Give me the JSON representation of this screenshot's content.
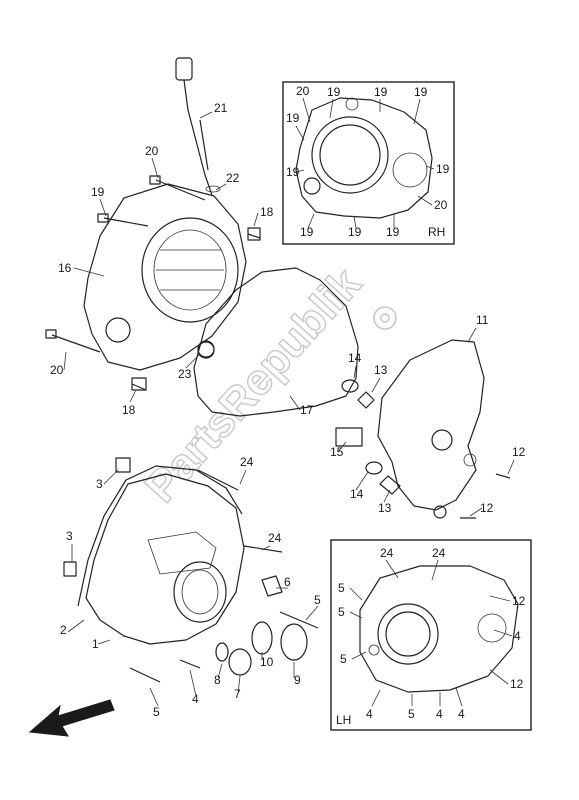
{
  "watermark": "PartsRepublik",
  "inset_rh": {
    "tag": "RH",
    "labels": [
      "20",
      "19",
      "19",
      "19",
      "19",
      "19",
      "19",
      "20",
      "19",
      "19",
      "19"
    ]
  },
  "inset_lh": {
    "tag": "LH",
    "labels": [
      "24",
      "24",
      "5",
      "5",
      "12",
      "4",
      "5",
      "4",
      "12",
      "4",
      "5",
      "4"
    ]
  },
  "main_labels": [
    "21",
    "20",
    "22",
    "19",
    "18",
    "16",
    "20",
    "23",
    "18",
    "17",
    "11",
    "14",
    "13",
    "15",
    "12",
    "14",
    "13",
    "12",
    "24",
    "3",
    "24",
    "3",
    "6",
    "5",
    "2",
    "1",
    "10",
    "8",
    "9",
    "7",
    "5",
    "4"
  ]
}
